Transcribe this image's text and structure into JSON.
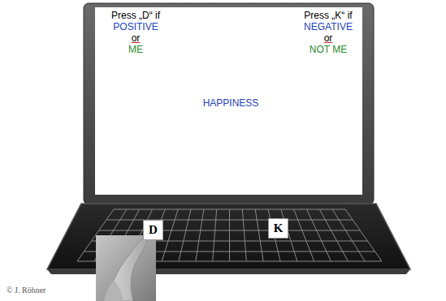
{
  "diagram": {
    "nodes": [
      {
        "text": [
          "Press „D“ if",
          "POSITIVE",
          "or",
          "ME",
          "Press „K“ if",
          "NEGATIVE",
          "or",
          "NOT ME",
          "HAPPINESS"
        ]
      },
      {
        "text": [
          "D"
        ]
      },
      {
        "text": [
          "K"
        ]
      }
    ],
    "labels": [
      "© J. Röhner"
    ]
  }
}
